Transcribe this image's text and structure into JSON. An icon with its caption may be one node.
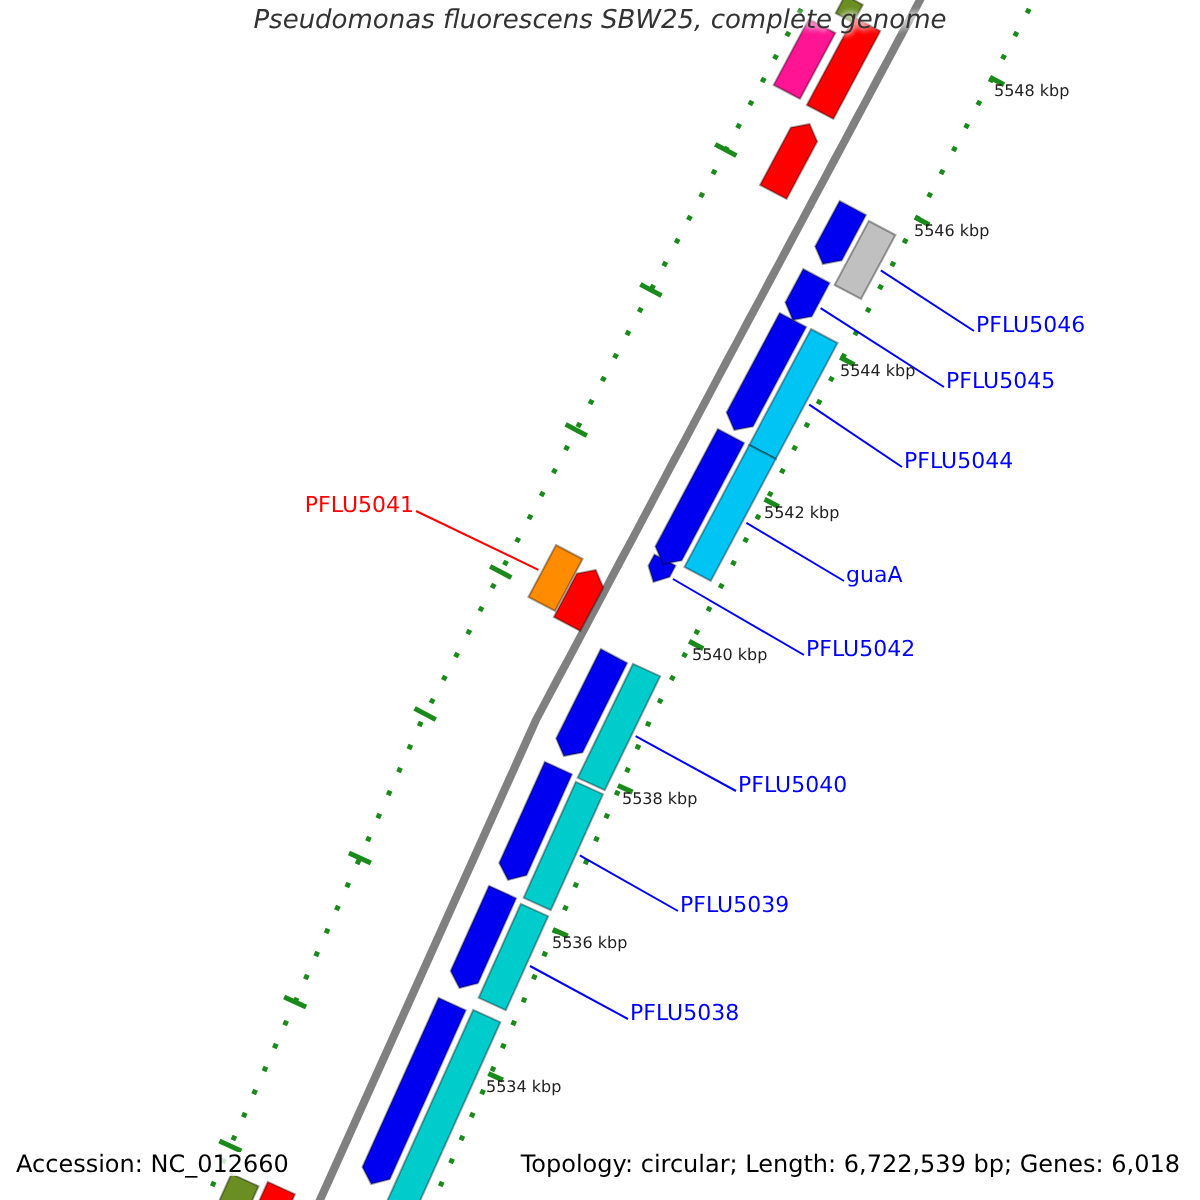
{
  "diagram": {
    "title": "Pseudomonas fluorescens SBW25, complete genome",
    "nodes": [
      {
        "text": [
          "PFLU5046"
        ]
      },
      {
        "text": [
          "PFLU5045"
        ]
      },
      {
        "text": [
          "PFLU5044"
        ]
      },
      {
        "text": [
          "PFLU5041"
        ]
      },
      {
        "text": [
          "guaA"
        ]
      },
      {
        "text": [
          "PFLU5042"
        ]
      },
      {
        "text": [
          "PFLU5040"
        ]
      },
      {
        "text": [
          "PFLU5039"
        ]
      },
      {
        "text": [
          "PFLU5038"
        ]
      },
      {
        "text": [],
        "shape": "bar"
      },
      {
        "text": [],
        "shape": "bar"
      },
      {
        "text": [],
        "shape": "bar"
      },
      {
        "text": [],
        "shape": "bar"
      },
      {
        "text": [],
        "shape": "bar"
      },
      {
        "text": [],
        "shape": "bar"
      },
      {
        "text": [],
        "shape": "bar"
      },
      {
        "text": [],
        "shape": "bar"
      },
      {
        "text": [],
        "shape": "bar"
      },
      {
        "text": [],
        "shape": "bar"
      },
      {
        "text": [],
        "shape": "bar"
      },
      {
        "text": [],
        "shape": "bar"
      },
      {
        "text": [],
        "shape": "bar"
      },
      {
        "text": [],
        "shape": "bar"
      },
      {
        "text": [],
        "shape": "bar"
      },
      {
        "text": [],
        "shape": "bar"
      },
      {
        "text": [],
        "shape": "bar"
      },
      {
        "text": [],
        "shape": "bar"
      },
      {
        "text": [],
        "shape": "bar"
      },
      {
        "text": [],
        "shape": "bar"
      },
      {
        "text": [],
        "shape": "bar"
      },
      {
        "text": [],
        "shape": "bar"
      },
      {
        "text": [],
        "shape": "bar"
      },
      {
        "text": [],
        "shape": "bar"
      }
    ],
    "edges": [
      {
        "from": 0,
        "to": 9,
        "arrow": "none"
      },
      {
        "from": 1,
        "to": 10,
        "arrow": "none"
      },
      {
        "from": 2,
        "to": 11,
        "arrow": "none"
      },
      {
        "from": 3,
        "to": 12,
        "arrow": "none",
        "color": "#ff0000"
      },
      {
        "from": 4,
        "to": 13,
        "arrow": "none"
      },
      {
        "from": 5,
        "to": 14,
        "arrow": "none"
      },
      {
        "from": 6,
        "to": 15,
        "arrow": "none"
      },
      {
        "from": 7,
        "to": 16,
        "arrow": "none"
      },
      {
        "from": 8,
        "to": 17,
        "arrow": "none"
      }
    ],
    "labels": [
      "5548 kbp",
      "5546 kbp",
      "5544 kbp",
      "5542 kbp",
      "5540 kbp",
      "5538 kbp",
      "5536 kbp",
      "5534 kbp",
      "Accession: NC_012660",
      "Topology: circular; Length: 6,722,539 bp; Genes: 6,018"
    ]
  }
}
